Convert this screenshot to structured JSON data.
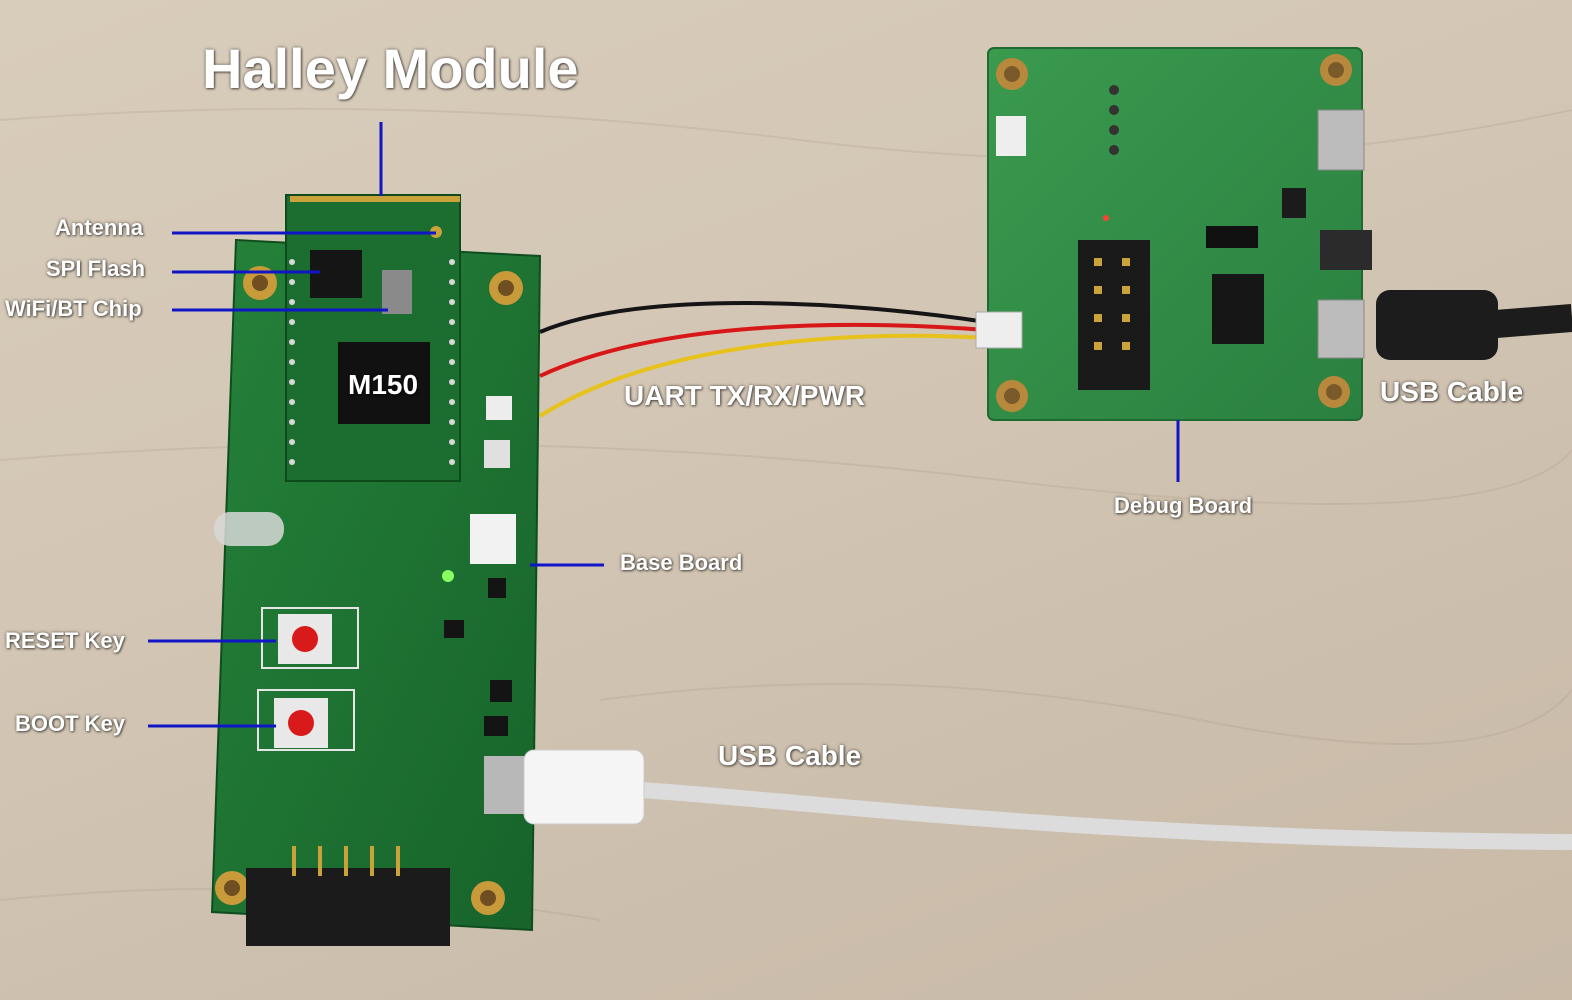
{
  "title": "Halley Module",
  "labels": {
    "antenna": "Antenna",
    "spi_flash": "SPI Flash",
    "wifi_bt_chip": "WiFi/BT Chip",
    "reset_key": "RESET Key",
    "boot_key": "BOOT Key",
    "base_board": "Base Board",
    "debug_board": "Debug Board",
    "uart": "UART TX/RX/PWR",
    "usb_cable_right": "USB Cable",
    "usb_cable_bottom": "USB Cable"
  },
  "chip_label": "M150",
  "colors": {
    "pcb": "#1f7a33",
    "pcb_dark": "#155a24",
    "pointer": "#1016c8",
    "label_text": "#ffffff",
    "table": "#d3c6b4"
  }
}
